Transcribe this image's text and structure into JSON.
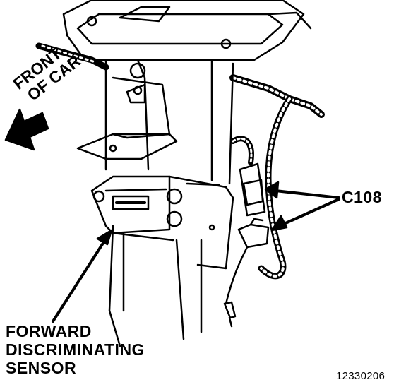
{
  "labels": {
    "front_line1": "FRONT",
    "front_line2": "OF CAR",
    "connector": "C108",
    "sensor_line1": "FORWARD",
    "sensor_line2": "DISCRIMINATING",
    "sensor_line3": "SENSOR",
    "part_number": "12330206"
  },
  "colors": {
    "ink": "#000000",
    "paper": "#ffffff"
  }
}
